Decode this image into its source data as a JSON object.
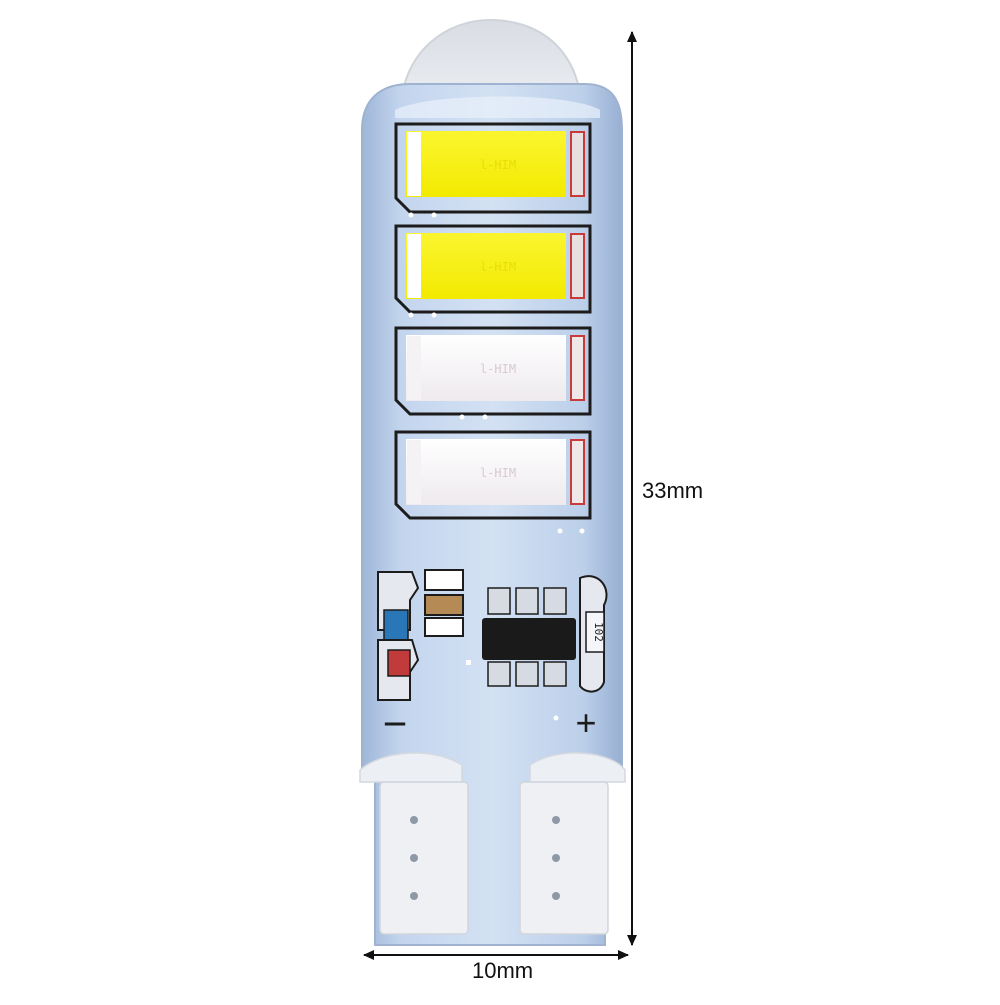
{
  "dimensions": {
    "height": "33mm",
    "width": "10mm"
  },
  "polarity": {
    "negative": "−",
    "positive": "+"
  },
  "colors": {
    "board": "#b9cde8",
    "silicone_cap": "#e6e9ee",
    "led_warm": "#f5f000",
    "led_cool": "#f6f4f6",
    "ink": "#1c1c1c"
  },
  "leds": [
    {
      "color_name": "yellow"
    },
    {
      "color_name": "yellow"
    },
    {
      "color_name": "white"
    },
    {
      "color_name": "white"
    }
  ]
}
